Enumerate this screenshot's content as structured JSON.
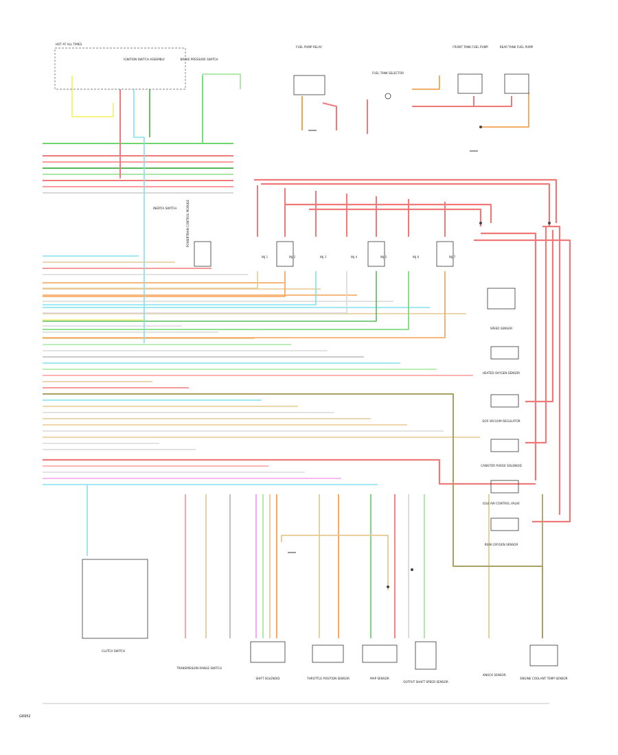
{
  "diagram": {
    "reference": "G6952",
    "components": [
      {
        "id": "ignition-switch",
        "label": "IGNITION SWITCH ASSEMBLY"
      },
      {
        "id": "brake-switch",
        "label": "BRAKE PRESSURE SWITCH"
      },
      {
        "id": "hot-at-all-times",
        "label": "HOT AT ALL TIMES"
      },
      {
        "id": "fuel-pump-relay",
        "label": "FUEL PUMP RELAY"
      },
      {
        "id": "fuel-tank-selector",
        "label": "FUEL TANK SELECTOR"
      },
      {
        "id": "front-fuel-pump",
        "label": "FRONT TANK FUEL PUMP"
      },
      {
        "id": "rear-fuel-pump",
        "label": "REAR TANK FUEL PUMP"
      },
      {
        "id": "inertia-switch",
        "label": "INERTIA SWITCH"
      },
      {
        "id": "pcm",
        "label": "POWERTRAIN CONTROL MODULE"
      },
      {
        "id": "injector-1",
        "label": "INJ 1"
      },
      {
        "id": "injector-2",
        "label": "INJ 2"
      },
      {
        "id": "injector-3",
        "label": "INJ 3"
      },
      {
        "id": "injector-4",
        "label": "INJ 4"
      },
      {
        "id": "injector-5",
        "label": "INJ 5"
      },
      {
        "id": "injector-6",
        "label": "INJ 6"
      },
      {
        "id": "injector-7",
        "label": "INJ 7"
      },
      {
        "id": "speed-sensor",
        "label": "SPEED SENSOR"
      },
      {
        "id": "heated-o2-sensor",
        "label": "HEATED OXYGEN SENSOR"
      },
      {
        "id": "egr-valve",
        "label": "EGR VACUUM REGULATOR"
      },
      {
        "id": "canister-purge",
        "label": "CANISTER PURGE SOLENOID"
      },
      {
        "id": "idle-air-control",
        "label": "IDLE AIR CONTROL VALVE"
      },
      {
        "id": "rear-o2-sensor",
        "label": "REAR OXYGEN SENSOR"
      },
      {
        "id": "clutch-switch",
        "label": "CLUTCH SWITCH"
      },
      {
        "id": "transmission-switch",
        "label": "TRANSMISSION RANGE SWITCH"
      },
      {
        "id": "shift-solenoid",
        "label": "SHIFT SOLENOID"
      },
      {
        "id": "throttle-position",
        "label": "THROTTLE POSITION SENSOR"
      },
      {
        "id": "map-sensor",
        "label": "MAP SENSOR"
      },
      {
        "id": "output-shaft",
        "label": "OUTPUT SHAFT SPEED SENSOR"
      },
      {
        "id": "knock-sensor",
        "label": "KNOCK SENSOR"
      },
      {
        "id": "engine-coolant",
        "label": "ENGINE COOLANT TEMP SENSOR"
      }
    ],
    "wire_colors": {
      "red": "#f07878",
      "pink": "#ff9a9a",
      "green": "#6fd66f",
      "lt_green": "#a8e8a0",
      "dk_green": "#5ab85a",
      "orange": "#f5a050",
      "tan": "#e8c890",
      "yellow": "#f4f070",
      "lt_blue": "#80e0f0",
      "violet": "#f0a0f0",
      "gray": "#b8b8b8",
      "lt_gray": "#d8d8d8",
      "olive": "#a8a060",
      "brown": "#c8906a",
      "black": "#505050"
    }
  }
}
